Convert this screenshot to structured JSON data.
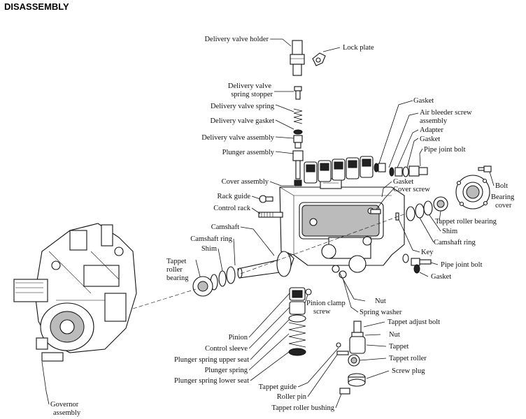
{
  "header": {
    "title": "DISASSEMBLY"
  },
  "labels": {
    "delivery_valve_holder": "Delivery valve holder",
    "lock_plate": "Lock plate",
    "delivery_valve_spring_stopper_1": "Delivery valve",
    "delivery_valve_spring_stopper_2": "spring stopper",
    "delivery_valve_spring": "Delivery valve spring",
    "delivery_valve_gasket": "Delivery valve gasket",
    "delivery_valve_assembly": "Delivery valve assembly",
    "plunger_assembly": "Plunger assembly",
    "gasket_top": "Gasket",
    "air_bleeder_1": "Air bleeder screw",
    "air_bleeder_2": "assembly",
    "adapter": "Adapter",
    "gasket_2": "Gasket",
    "pipe_joint_bolt_top": "Pipe joint bolt",
    "cover_assembly": "Cover assembly",
    "gasket_3": "Gasket",
    "cover_screw": "Cover screw",
    "bolt": "Bolt",
    "bearing_cover_1": "Bearing",
    "bearing_cover_2": "cover",
    "rack_guide": "Rack guide",
    "control_rack": "Control rack",
    "tappet_roller_bearing_right": "Tappet roller bearing",
    "shim_right": "Shim",
    "camshaft_ring_right": "Camshaft ring",
    "camshaft": "Camshaft",
    "camshaft_ring_left": "Camshaft ring",
    "shim_left": "Shim",
    "tappet_left_1": "Tappet",
    "tappet_left_2": "roller",
    "tappet_left_3": "bearing",
    "key": "Key",
    "pipe_joint_bolt_bottom": "Pipe joint bolt",
    "gasket_bottom": "Gasket",
    "nut_mid": "Nut",
    "pinion_clamp_1": "Pinion clamp",
    "pinion_clamp_2": "screw",
    "spring_washer": "Spring washer",
    "tappet_adjust_bolt": "Tappet adjust bolt",
    "nut_low": "Nut",
    "tappet": "Tappet",
    "tappet_roller": "Tappet roller",
    "screw_plug": "Screw plug",
    "pinion": "Pinion",
    "control_sleeve": "Control sleeve",
    "plunger_spring_upper_seat": "Plunger spring upper seat",
    "plunger_spring": "Plunger spring",
    "plunger_spring_lower_seat": "Plunger spring lower seat",
    "tappet_guide": "Tappet guide",
    "roller_pin": "Roller pin",
    "tappet_roller_bushing": "Tappet roller bushing",
    "governor_1": "Governor",
    "governor_2": "assembly"
  }
}
